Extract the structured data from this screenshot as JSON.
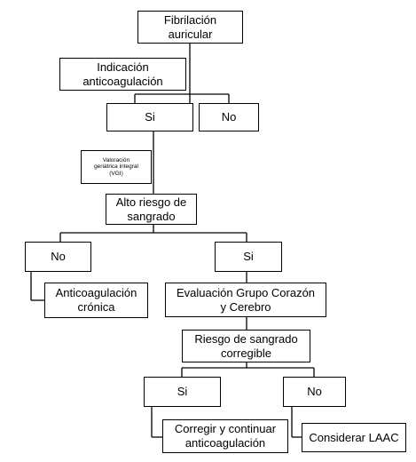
{
  "nodes": {
    "fibrilacion": "Fibrilación\nauricular",
    "indicacion": "Indicación\nanticoagulación",
    "si1": "Si",
    "no1": "No",
    "vgi": "Valoración\ngeriátrica integral\n(VGI)",
    "alto_riesgo": "Alto riesgo de\nsangrado",
    "no2": "No",
    "si2": "Si",
    "anticoag_cronica": "Anticoagulación\ncrónica",
    "evaluacion": "Evaluación Grupo Corazón\ny Cerebro",
    "riesgo_corregible": "Riesgo de sangrado\ncorregible",
    "si3": "Si",
    "no3": "No",
    "corregir": "Corregir y continuar\nanticoagulación",
    "considerar": "Considerar LAAC"
  }
}
